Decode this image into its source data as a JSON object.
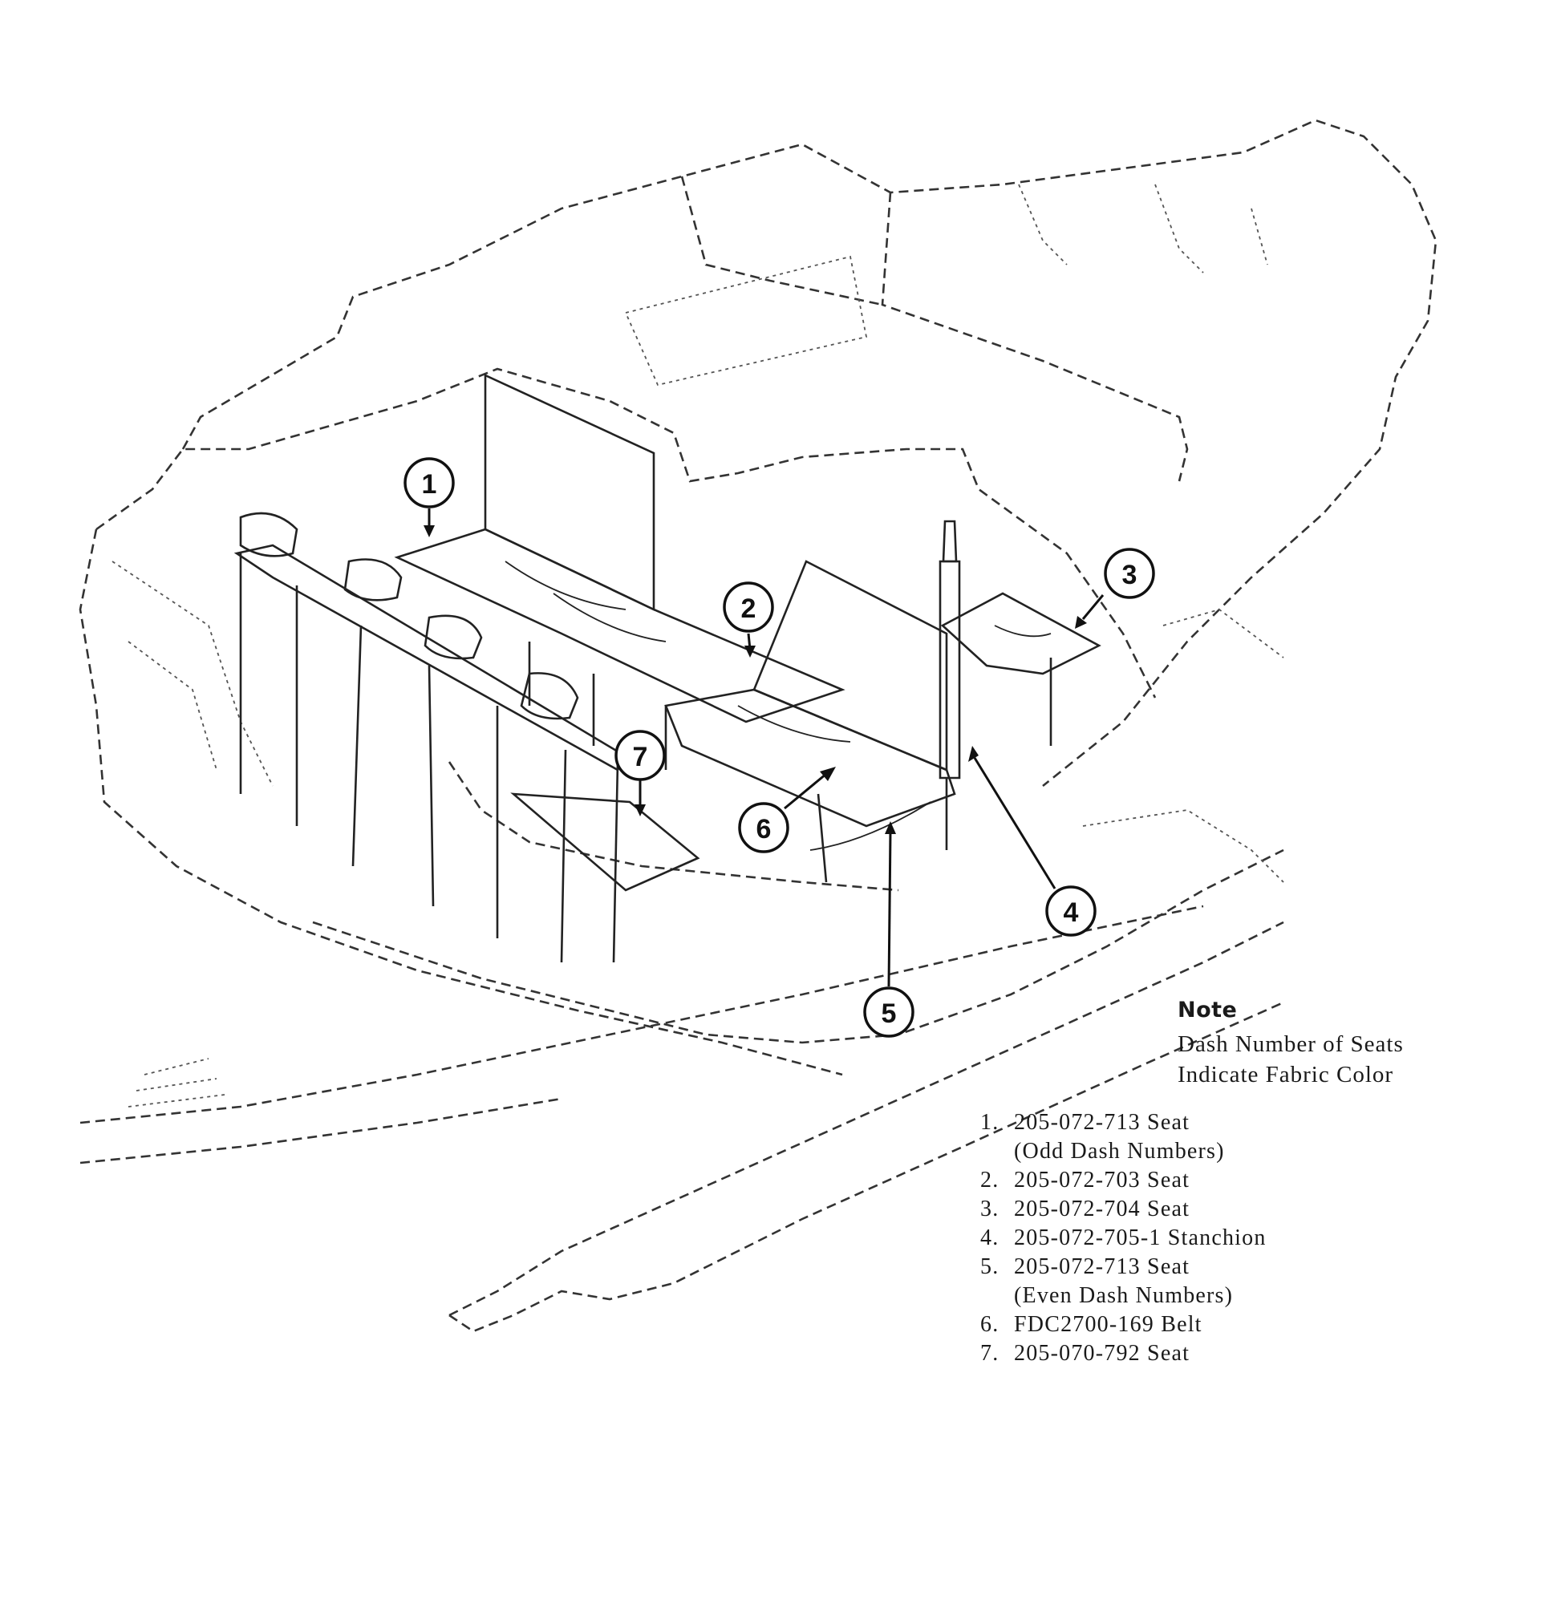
{
  "note": {
    "title": "Note",
    "lines": [
      "Dash Number of Seats",
      "Indicate Fabric Color"
    ]
  },
  "legend": [
    {
      "num": "1.",
      "text": "205-072-713 Seat",
      "cont": "(Odd Dash Numbers)"
    },
    {
      "num": "2.",
      "text": "205-072-703 Seat"
    },
    {
      "num": "3.",
      "text": "205-072-704 Seat"
    },
    {
      "num": "4.",
      "text": "205-072-705-1 Stanchion"
    },
    {
      "num": "5.",
      "text": "205-072-713 Seat",
      "cont": "(Even Dash Numbers)"
    },
    {
      "num": "6.",
      "text": "FDC2700-169 Belt"
    },
    {
      "num": "7.",
      "text": "205-070-792 Seat"
    }
  ],
  "callouts": [
    "1",
    "2",
    "3",
    "4",
    "5",
    "6",
    "7"
  ],
  "colors": {
    "ink": "#1a1a1a",
    "phantom": "#444444",
    "paper": "#ffffff"
  }
}
